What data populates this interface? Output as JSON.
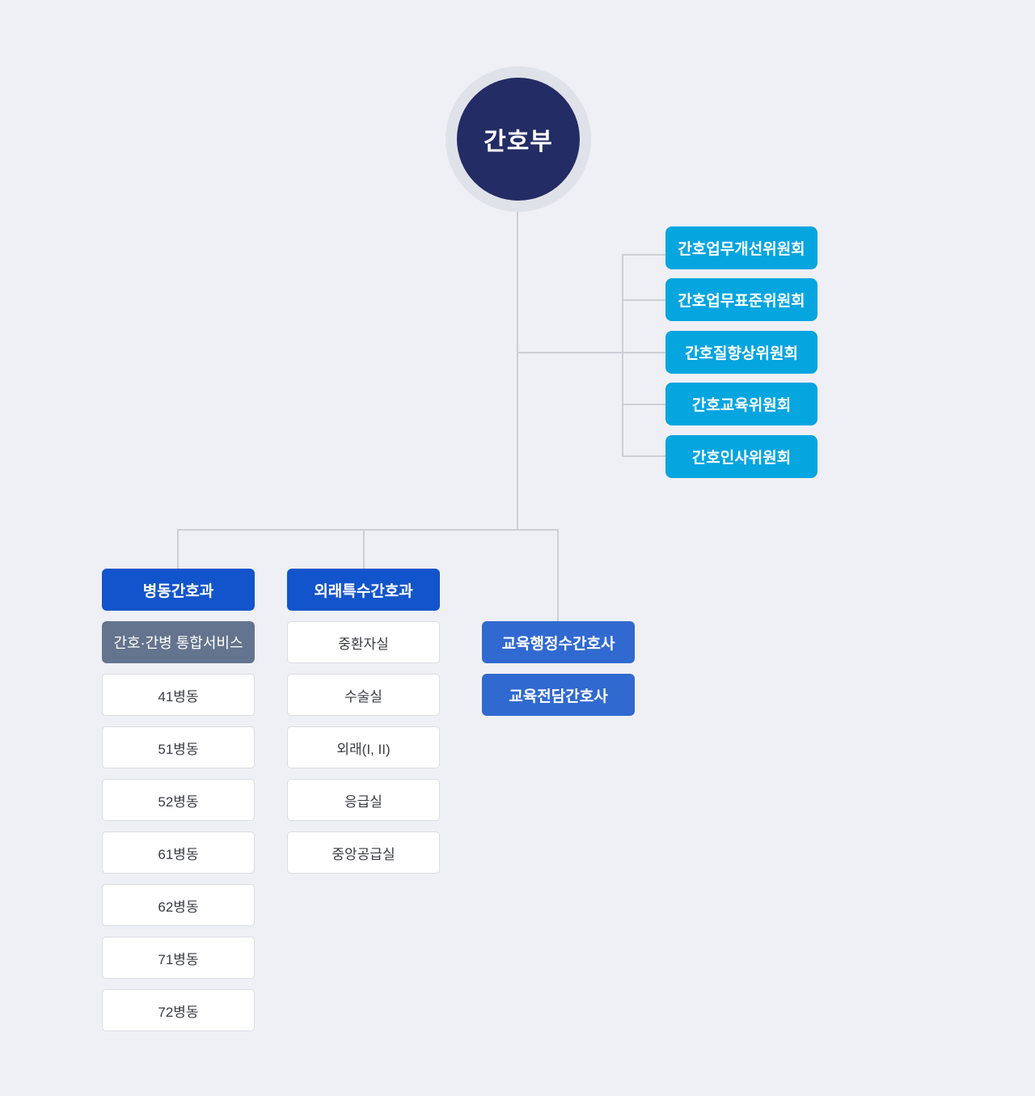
{
  "page": {
    "background_color": "#EFF0F5",
    "connector_color": "#CDCFD7"
  },
  "root": {
    "label": "간호부",
    "circle_color": "#232C64",
    "ring_color": "#E0E2EA"
  },
  "committees": {
    "color": "#05A5E0",
    "items": [
      {
        "label": "간호업무개선위원회"
      },
      {
        "label": "간호업무표준위원회"
      },
      {
        "label": "간호질향상위원회"
      },
      {
        "label": "간호교육위원회"
      },
      {
        "label": "간호인사위원회"
      }
    ]
  },
  "ward_division": {
    "header": "병동간호과",
    "header_color": "#1254CB",
    "integrated_service": {
      "label": "간호·간병 통합서비스",
      "color": "#64748E"
    },
    "wards": [
      {
        "label": "41병동"
      },
      {
        "label": "51병동"
      },
      {
        "label": "52병동"
      },
      {
        "label": "61병동"
      },
      {
        "label": "62병동"
      },
      {
        "label": "71병동"
      },
      {
        "label": "72병동"
      }
    ]
  },
  "outpatient_division": {
    "header": "외래특수간호과",
    "header_color": "#1254CB",
    "units": [
      {
        "label": "중환자실"
      },
      {
        "label": "수술실"
      },
      {
        "label": "외래(I, II)"
      },
      {
        "label": "응급실"
      },
      {
        "label": "중앙공급실"
      }
    ]
  },
  "education": {
    "color": "#3069D0",
    "items": [
      {
        "label": "교육행정수간호사"
      },
      {
        "label": "교육전담간호사"
      }
    ]
  }
}
